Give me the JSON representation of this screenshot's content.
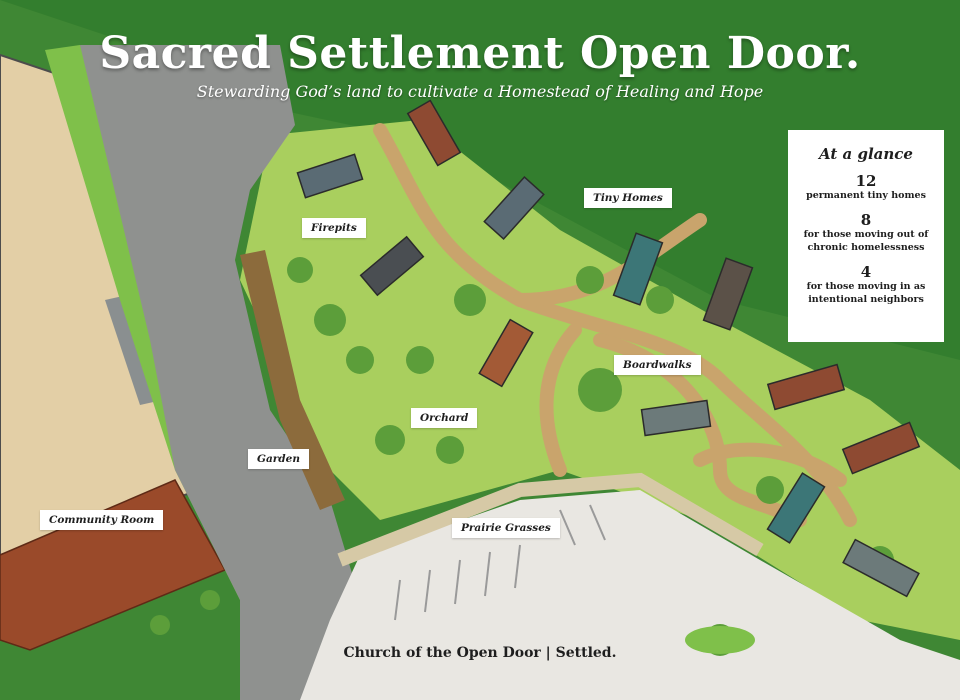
{
  "map": {
    "title": "Sacred Settlement Open Door.",
    "subtitle": "Stewarding God’s land to cultivate a Homestead of Healing and Hope",
    "labels": {
      "firepits": "Firepits",
      "tiny_homes": "Tiny Homes",
      "boardwalks": "Boardwalks",
      "orchard": "Orchard",
      "garden": "Garden",
      "community_room": "Community Room",
      "prairie_grasses": "Prairie Grasses"
    },
    "glance": {
      "title": "At a glance",
      "stats": [
        {
          "value": "12",
          "desc1": "permanent tiny homes",
          "desc2": ""
        },
        {
          "value": "8",
          "desc1": "for those moving out of",
          "desc2": "chronic homelessness"
        },
        {
          "value": "4",
          "desc1": "for those moving in as",
          "desc2": "intentional neighbors"
        }
      ]
    },
    "footer": "Church of the Open Door  |  Settled."
  },
  "colors": {
    "forest": "#2f7a2c",
    "forest_light": "#4f9a3a",
    "lawn": "#a9cf5e",
    "path": "#c9a46c",
    "parking": "#e9e7e2",
    "road": "#8f918f",
    "building": "#e3cfa6",
    "community_room": "#9a4a2a",
    "home_red": "#8e4a32",
    "home_grey": "#5a6b74",
    "home_teal": "#3c7677"
  }
}
